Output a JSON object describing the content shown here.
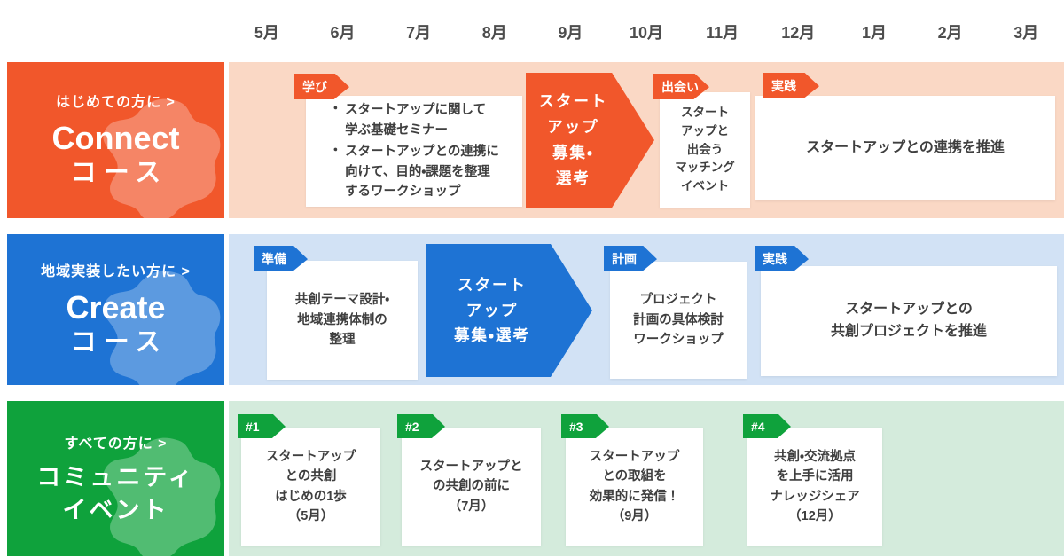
{
  "timeline": {
    "months": [
      "5月",
      "6月",
      "7月",
      "8月",
      "9月",
      "10月",
      "11月",
      "12月",
      "1月",
      "2月",
      "3月"
    ]
  },
  "colors": {
    "connect_main": "#f1572b",
    "connect_light": "#fad8c5",
    "create_main": "#1e73d4",
    "create_light": "#d2e2f5",
    "community_main": "#0fa23c",
    "community_light": "#d4ebdc",
    "month_text": "#4d4d4d",
    "card_text": "#3f3f3f"
  },
  "rows": [
    {
      "audience": "はじめての方に >",
      "title_line1": "Connect",
      "title_line2": "コース",
      "learn": {
        "badge": "学び",
        "bullet": "・",
        "bullets": [
          "スタートアップに関して\n学ぶ基礎セミナー",
          "スタートアップとの連携に\n向けて、目的・課題を整理\nするワークショップ"
        ]
      },
      "recruit_chevron": "スタート\nアップ\n募集・\n選考",
      "meet": {
        "badge": "出会い",
        "text": "スタート\nアップと\n出会う\nマッチング\nイベント"
      },
      "practice": {
        "badge": "実践",
        "text": "スタートアップとの連携を推進"
      }
    },
    {
      "audience": "地域実装したい方に >",
      "title_line1": "Create",
      "title_line2": "コース",
      "prepare": {
        "badge": "準備",
        "text": "共創テーマ設計・\n地域連携体制の\n整理"
      },
      "recruit_chevron": "スタート\nアップ\n募集・選考",
      "plan": {
        "badge": "計画",
        "text": "プロジェクト\n計画の具体検討\nワークショップ"
      },
      "practice": {
        "badge": "実践",
        "text": "スタートアップとの\n共創プロジェクトを推進"
      }
    },
    {
      "audience": "すべての方に >",
      "title_line1": "コミュニティ",
      "title_line2": "イベント",
      "events": [
        {
          "badge": "#1",
          "text": "スタートアップ\nとの共創\nはじめの1歩\n（5月）"
        },
        {
          "badge": "#2",
          "text": "スタートアップと\nの共創の前に\n（7月）"
        },
        {
          "badge": "#3",
          "text": "スタートアップ\nとの取組を\n効果的に発信！\n（9月）"
        },
        {
          "badge": "#4",
          "text": "共創・交流拠点\nを上手に活用\nナレッジシェア\n（12月）"
        }
      ]
    }
  ]
}
